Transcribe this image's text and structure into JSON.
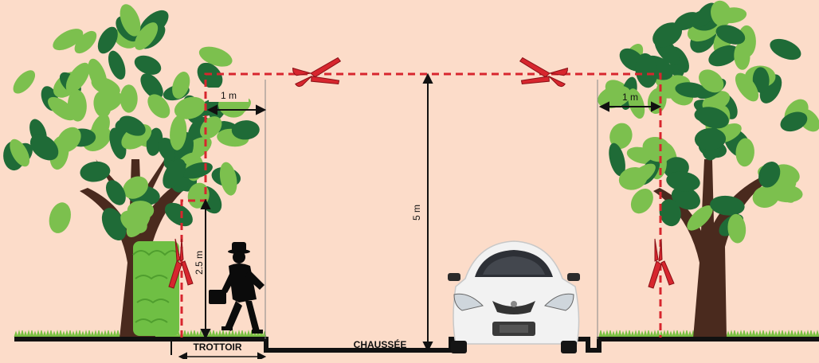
{
  "labels": {
    "left_clearance": "1 m",
    "right_clearance": "1 m",
    "height_high": "5 m",
    "height_low": "2.5 m",
    "sidewalk": "TROTTOIR",
    "roadway": "CHAUSSÉE"
  },
  "colors": {
    "background": "#fcdcc9",
    "leaf_dark": "#1f6b37",
    "leaf_light": "#7cc04e",
    "trunk": "#4a2a1e",
    "hedge": "#6fbf44",
    "trim_line": "#d7262e",
    "shears": "#d7262e",
    "ground": "#111111",
    "grass": "#7ac043"
  },
  "icons": [
    "tree",
    "hedge",
    "pedestrian-with-briefcase",
    "car-front",
    "pruning-shears",
    "hedge-shears"
  ]
}
